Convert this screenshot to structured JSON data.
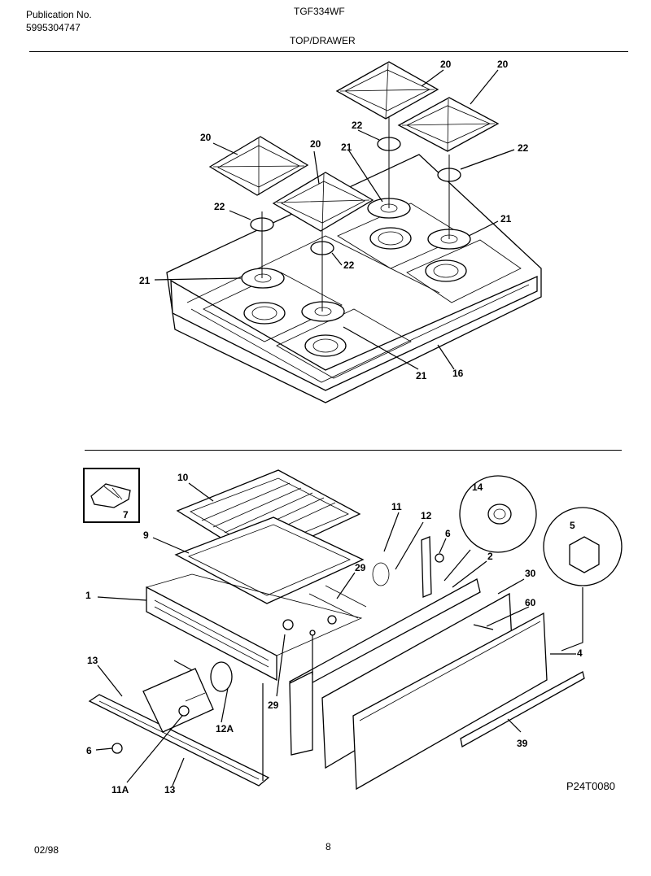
{
  "header": {
    "publication_label": "Publication No.",
    "publication_number": "5995304747",
    "model": "TGF334WF",
    "section_title": "TOP/DRAWER"
  },
  "footer": {
    "date": "02/98",
    "page_number": "8",
    "illustration_code": "P24T0080"
  },
  "callouts": {
    "grate_a": "20",
    "grate_b": "20",
    "grate_c": "20",
    "grate_d": "20",
    "cap_a": "22",
    "cap_b": "22",
    "cap_c": "22",
    "cap_d": "22",
    "head_a": "21",
    "head_b": "21",
    "head_c": "21",
    "head_d": "21",
    "cooktop": "16",
    "clip": "7",
    "broil_grid": "10",
    "broil_pan": "9",
    "drawer_body": "1",
    "screw_11": "11",
    "bracket_12": "12",
    "nut_6_top": "6",
    "roller_14": "14",
    "panel_2": "2",
    "panel_30": "30",
    "screw_60": "60",
    "bumper_5": "5",
    "front_4": "4",
    "clip_29_top": "29",
    "clip_29_bottom": "29",
    "rail_13_top": "13",
    "rail_13_bottom": "13",
    "spring_12a": "12A",
    "nut_6_bottom": "6",
    "bearing_11a": "11A",
    "handle_39": "39"
  }
}
